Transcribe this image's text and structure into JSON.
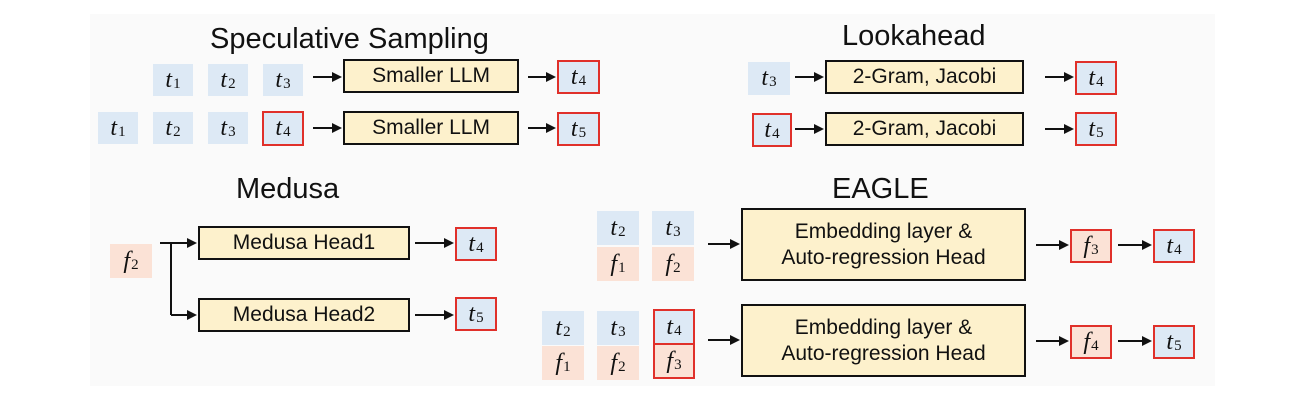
{
  "titles": {
    "speculative": "Speculative Sampling",
    "lookahead": "Lookahead",
    "medusa": "Medusa",
    "eagle": "EAGLE"
  },
  "speculative": {
    "row1": {
      "tokens": [
        "t1",
        "t2",
        "t3"
      ],
      "box": "Smaller LLM",
      "output": "t4"
    },
    "row2": {
      "tokens": [
        "t1",
        "t2",
        "t3",
        "t4"
      ],
      "box": "Smaller LLM",
      "output": "t5"
    }
  },
  "lookahead": {
    "row1": {
      "input": "t3",
      "box": "2-Gram, Jacobi",
      "output": "t4"
    },
    "row2": {
      "input": "t4",
      "box": "2-Gram, Jacobi",
      "output": "t5"
    }
  },
  "medusa": {
    "input": "f2",
    "head1": {
      "box": "Medusa Head1",
      "output": "t4"
    },
    "head2": {
      "box": "Medusa Head2",
      "output": "t5"
    }
  },
  "eagle": {
    "row1": {
      "t_tokens": [
        "t2",
        "t3"
      ],
      "f_tokens": [
        "f1",
        "f2"
      ],
      "box_line1": "Embedding layer &",
      "box_line2": "Auto-regression Head",
      "feature_out": "f3",
      "token_out": "t4"
    },
    "row2": {
      "t_tokens": [
        "t2",
        "t3",
        "t4"
      ],
      "f_tokens": [
        "f1",
        "f2",
        "f3"
      ],
      "box_line1": "Embedding layer &",
      "box_line2": "Auto-regression Head",
      "feature_out": "f4",
      "token_out": "t5"
    }
  },
  "colors": {
    "token_bg": "#dde9f5",
    "feature_bg": "#fbe2d6",
    "box_bg": "#fdf1cc",
    "highlight": "#e0302a",
    "stroke": "#111111"
  }
}
